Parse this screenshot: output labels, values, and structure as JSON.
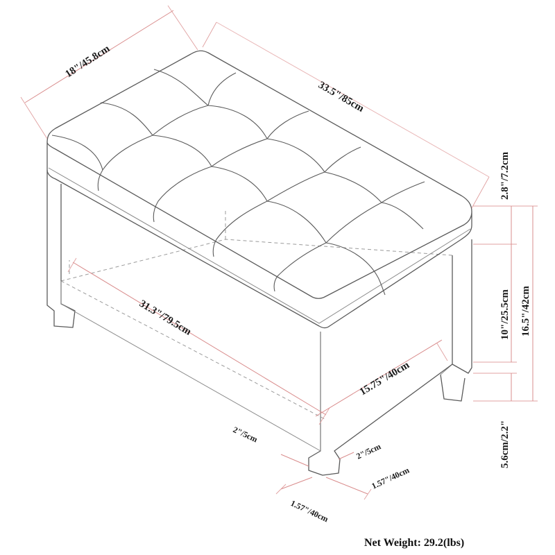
{
  "dimensions": {
    "depth_top": "18\"/45.8cm",
    "width_top": "33.5\"/85cm",
    "cushion_height": "2.8\"/7.2cm",
    "total_height": "16.5\"/42cm",
    "storage_height": "10\"/25.5cm",
    "leg_height": "5.6cm/2.2\"",
    "interior_width": "31.3\"/79.5cm",
    "interior_depth": "15.75\"/40cm",
    "leg_front_left": "2\"/5cm",
    "leg_front_right": "2\"/5cm",
    "leg_side_right": "1.57\"/40cm",
    "leg_side_bottom": "1.57\"/40cm"
  },
  "footer": {
    "net_weight": "Net Weight: 29.2(lbs)"
  },
  "colors": {
    "outline": "#5a5a5a",
    "dimension_line": "#d98c8c"
  }
}
